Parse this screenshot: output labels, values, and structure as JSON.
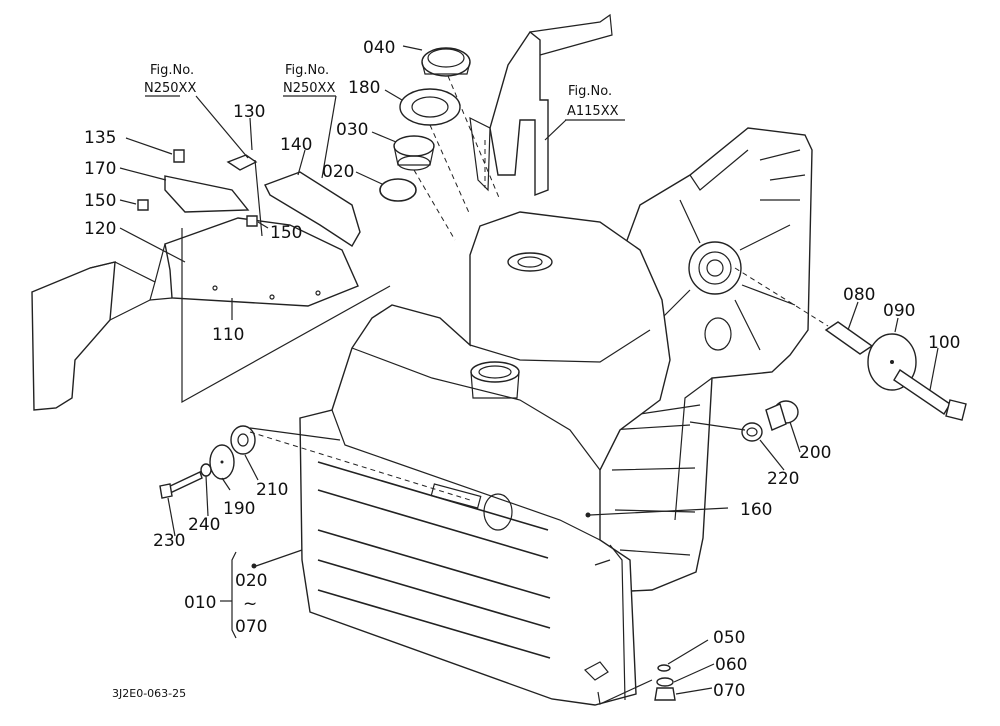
{
  "labels": {
    "p040": "040",
    "p180": "180",
    "p030": "030",
    "p020": "020",
    "p130": "130",
    "p135": "135",
    "p170": "170",
    "p150a": "150",
    "p150b": "150",
    "p140": "140",
    "p120": "120",
    "p110": "110",
    "p080": "080",
    "p090": "090",
    "p100": "100",
    "p220": "220",
    "p200": "200",
    "p160": "160",
    "p210": "210",
    "p190": "190",
    "p240": "240",
    "p230": "230",
    "p010": "010",
    "p010_from": "020",
    "p010_tilde": "~",
    "p010_to": "070",
    "p050": "050",
    "p060": "060",
    "p070": "070"
  },
  "fig_refs": {
    "left_title": "Fig.No.",
    "left_code": "N250XX",
    "mid_title": "Fig.No.",
    "mid_code": "N250XX",
    "right_title": "Fig.No.",
    "right_code": "A115XX"
  },
  "drawing_code": "3J2E0-063-25"
}
